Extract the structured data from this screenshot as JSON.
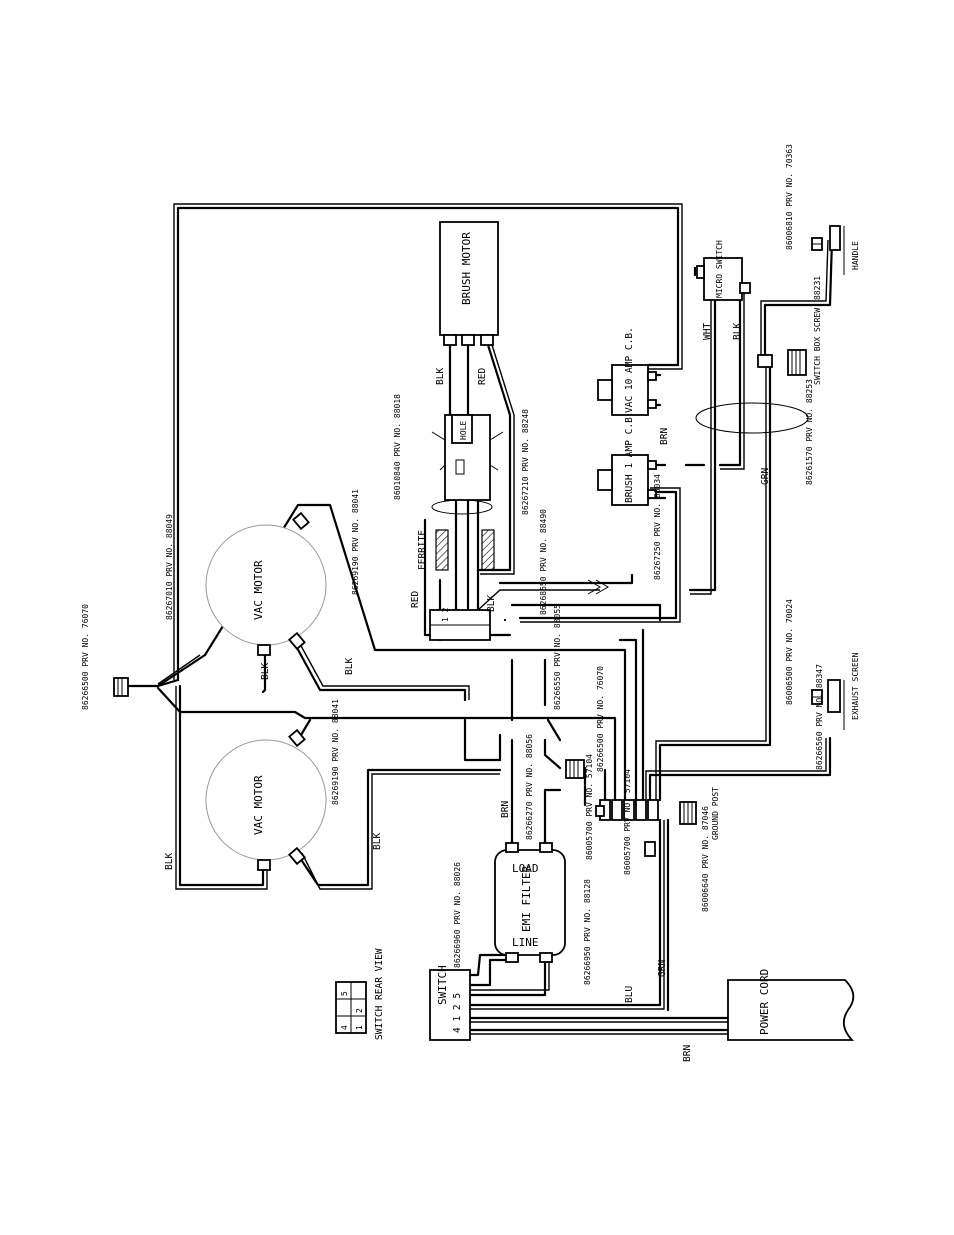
{
  "components": {
    "brush_motor": "BRUSH MOTOR",
    "vac_motor_1": "VAC MOTOR",
    "vac_motor_2": "VAC MOTOR",
    "ferrite": "FERRITE",
    "vac_cb": "VAC 10 AMP C.B.",
    "brush_cb": "BRUSH 1 AMP C.B.",
    "micro_switch": "MICRO SWITCH",
    "handle": "HANDLE",
    "switch_box_screw": "SWITCH BOX SCREW",
    "exhaust_screen": "EXHAUST SCREEN",
    "emi_filter": "EMI FILTER",
    "emi_load": "LOAD",
    "emi_line": "LINE",
    "switch": "SWITCH",
    "switch_terminals": "4 1 2 5",
    "switch_rear_view_title": "SWITCH REAR VIEW",
    "switch_rear_cells": [
      "4",
      "5",
      "1",
      "2"
    ],
    "power_cord": "POWER CORD",
    "ground_post": "GROUND POST",
    "hole": "HOLE"
  },
  "wire_colors": {
    "blk_vac1": "BLK",
    "blk_vac1b": "BLK",
    "blk_vac2": "BLK",
    "blk_vac2b": "BLK",
    "blk_brush": "BLK",
    "red_brush": "RED",
    "red_ferrite": "RED",
    "blk_ferrite": "BLK",
    "wht_micro": "WHT",
    "blk_micro": "BLK",
    "brn_cb": "BRN",
    "grn_main": "GRN",
    "brn_filter": "BRN",
    "blu_power": "BLU",
    "grn_power": "GRN",
    "brn_power": "BRN"
  },
  "part_numbers": {
    "harness_top": "86267010   PRV NO. 88049",
    "vac_top_conn": "86266500 PRV NO. 76070",
    "vac1_harness": "86269190 PRV NO. 88041",
    "vac2_harness": "86269190 PRV NO. 88041",
    "plug_brush": "86010840 PRV NO. 88018",
    "brush_lead": "86267210 PRV NO. 88248",
    "lower_harness": "86268650 PRV NO. 88490",
    "cb_harness": "86267250 PRV NO. 88034",
    "grn_harness": "86261570 PRV NO. 88253",
    "handle_screw": "86006810 PRV NO. 70363",
    "handle_harness": "88231",
    "exhaust_screw": "86006500 PRV NO. 70024",
    "exhaust_harness": "86266560 PRV NO. 88347",
    "mid_conn_a": "86266550 PRV NO. 88055",
    "mid_conn_b": "86266500 PRV NO. 76070",
    "filter_load_lead": "86266270 PRV NO. 88056",
    "terminal_a": "86005700 PRV NO. 57104",
    "terminal_b": "86005700 PRV NO. 57104",
    "ground_washer": "86006640 PRV NO. 87046",
    "switch_lead_a": "86266960 PRV NO. 88026",
    "switch_lead_b": "86266950 PRV NO. 88128"
  }
}
